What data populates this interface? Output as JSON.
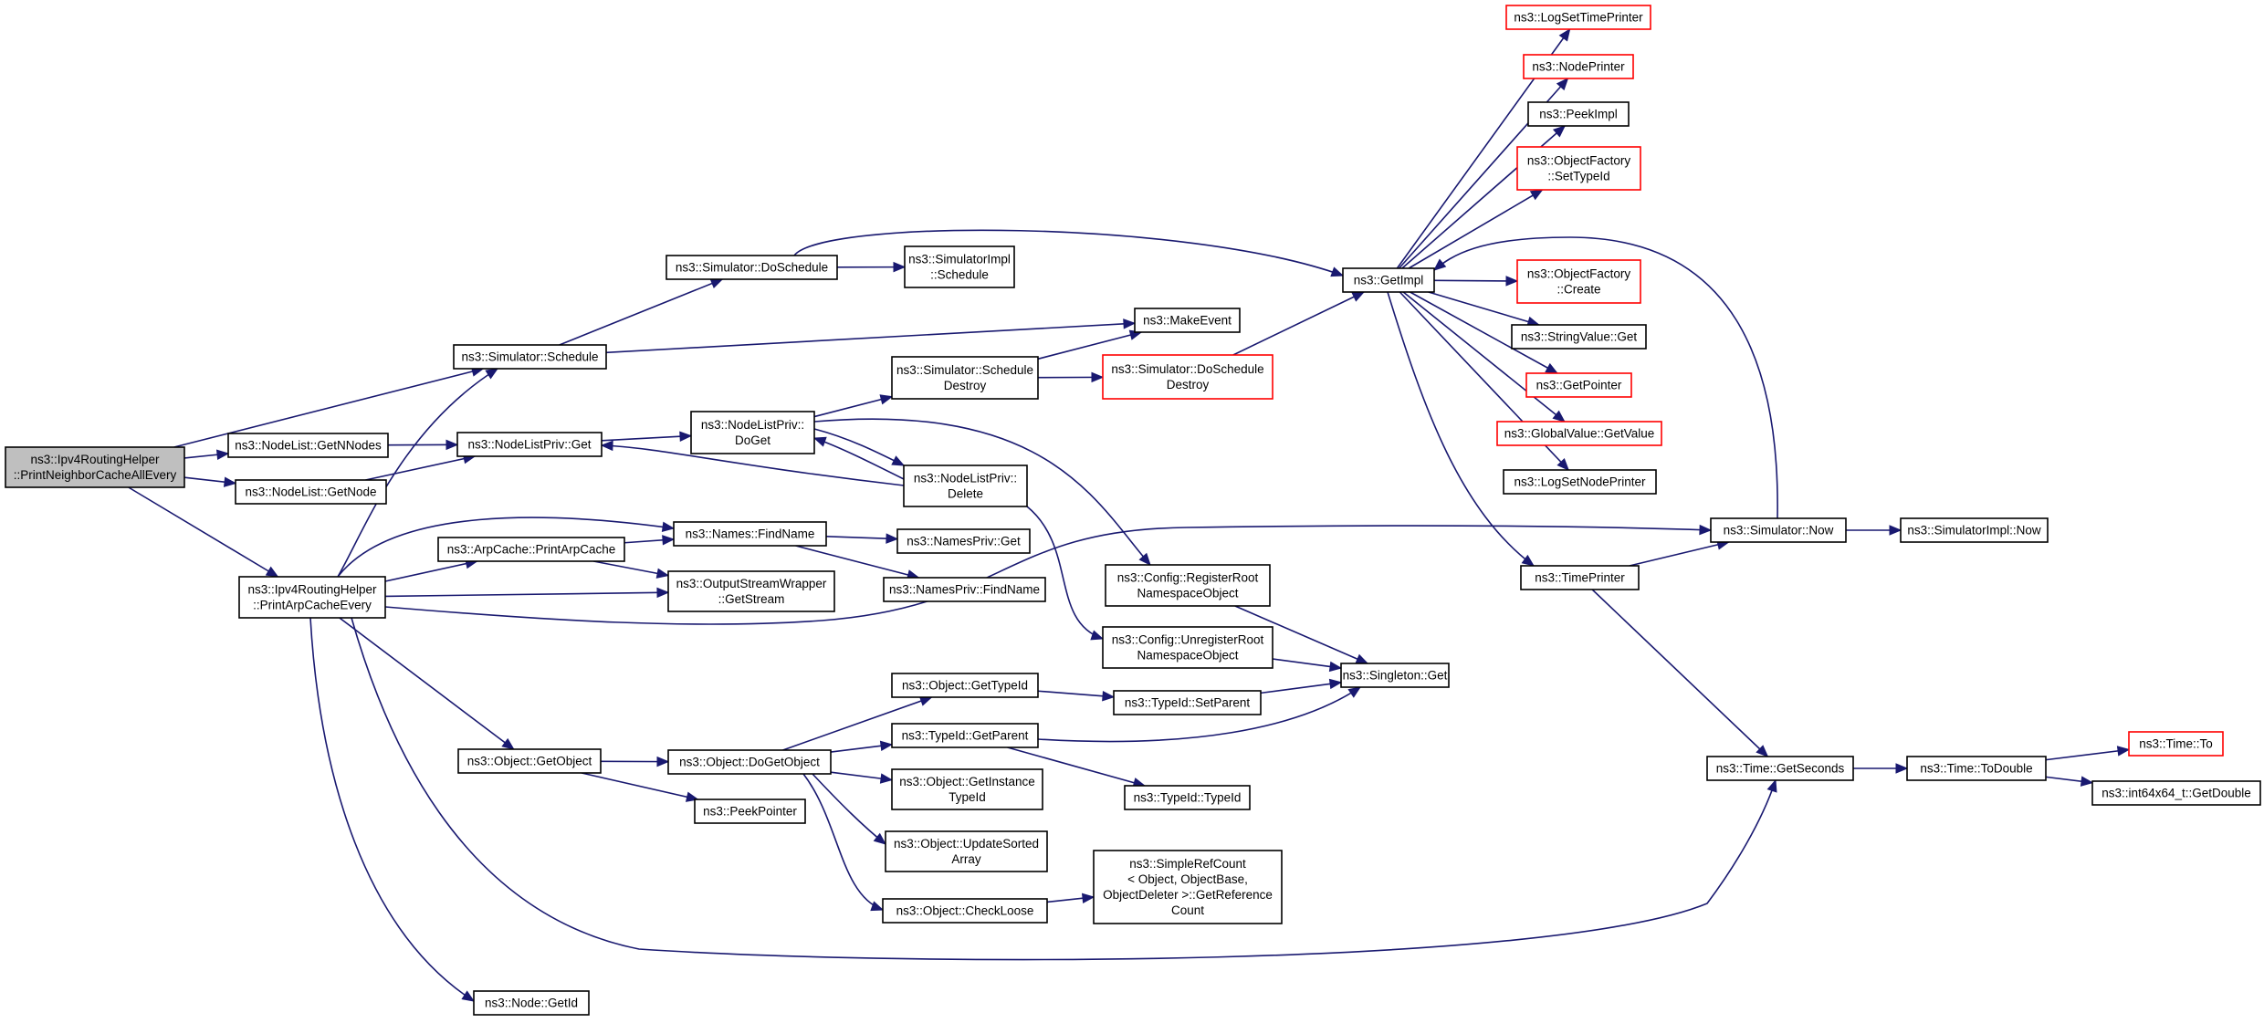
{
  "nodes": [
    {
      "id": "root",
      "lines": [
        "ns3::Ipv4RoutingHelper",
        "::PrintNeighborCacheAllEvery"
      ],
      "root": true
    },
    {
      "id": "sched",
      "lines": [
        "ns3::Simulator::Schedule"
      ]
    },
    {
      "id": "getnnodes",
      "lines": [
        "ns3::NodeList::GetNNodes"
      ]
    },
    {
      "id": "getnode",
      "lines": [
        "ns3::NodeList::GetNode"
      ]
    },
    {
      "id": "printarpevery",
      "lines": [
        "ns3::Ipv4RoutingHelper",
        "::PrintArpCacheEvery"
      ]
    },
    {
      "id": "doschedule",
      "lines": [
        "ns3::Simulator::DoSchedule"
      ]
    },
    {
      "id": "simimplsched",
      "lines": [
        "ns3::SimulatorImpl",
        "::Schedule"
      ]
    },
    {
      "id": "makeevent",
      "lines": [
        "ns3::MakeEvent"
      ]
    },
    {
      "id": "nlpget",
      "lines": [
        "ns3::NodeListPriv::Get"
      ]
    },
    {
      "id": "nlpdoget",
      "lines": [
        "ns3::NodeListPriv::",
        "DoGet"
      ]
    },
    {
      "id": "schedulrdestroy",
      "lines": [
        "ns3::Simulator::Schedule",
        "Destroy"
      ]
    },
    {
      "id": "doscheddestroy",
      "lines": [
        "ns3::Simulator::DoSchedule",
        "Destroy"
      ],
      "red": true
    },
    {
      "id": "nlpdelete",
      "lines": [
        "ns3::NodeListPriv::",
        "Delete"
      ]
    },
    {
      "id": "printarpcache",
      "lines": [
        "ns3::ArpCache::PrintArpCache"
      ]
    },
    {
      "id": "findname",
      "lines": [
        "ns3::Names::FindName"
      ]
    },
    {
      "id": "namesprivget",
      "lines": [
        "ns3::NamesPriv::Get"
      ]
    },
    {
      "id": "namesprivfind",
      "lines": [
        "ns3::NamesPriv::FindName"
      ]
    },
    {
      "id": "getstream",
      "lines": [
        "ns3::OutputStreamWrapper",
        "::GetStream"
      ]
    },
    {
      "id": "regroot",
      "lines": [
        "ns3::Config::RegisterRoot",
        "NamespaceObject"
      ]
    },
    {
      "id": "unregroot",
      "lines": [
        "ns3::Config::UnregisterRoot",
        "NamespaceObject"
      ]
    },
    {
      "id": "singletonget",
      "lines": [
        "ns3::Singleton::Get"
      ]
    },
    {
      "id": "gettypeid",
      "lines": [
        "ns3::Object::GetTypeId"
      ]
    },
    {
      "id": "setparent",
      "lines": [
        "ns3::TypeId::SetParent"
      ]
    },
    {
      "id": "getparent",
      "lines": [
        "ns3::TypeId::GetParent"
      ]
    },
    {
      "id": "typeidtypeid",
      "lines": [
        "ns3::TypeId::TypeId"
      ]
    },
    {
      "id": "getobject",
      "lines": [
        "ns3::Object::GetObject"
      ]
    },
    {
      "id": "dogetobject",
      "lines": [
        "ns3::Object::DoGetObject"
      ]
    },
    {
      "id": "peekpointer",
      "lines": [
        "ns3::PeekPointer"
      ]
    },
    {
      "id": "getinstancetypeid",
      "lines": [
        "ns3::Object::GetInstance",
        "TypeId"
      ]
    },
    {
      "id": "updatesorted",
      "lines": [
        "ns3::Object::UpdateSorted",
        "Array"
      ]
    },
    {
      "id": "checkloose",
      "lines": [
        "ns3::Object::CheckLoose"
      ]
    },
    {
      "id": "refcount",
      "lines": [
        "ns3::SimpleRefCount",
        "< Object, ObjectBase,",
        "ObjectDeleter >::GetReference",
        "Count"
      ]
    },
    {
      "id": "nodegetid",
      "lines": [
        "ns3::Node::GetId"
      ]
    },
    {
      "id": "getimpl",
      "lines": [
        "ns3::GetImpl"
      ]
    },
    {
      "id": "logsettimeprinter",
      "lines": [
        "ns3::LogSetTimePrinter"
      ],
      "red": true
    },
    {
      "id": "nodeprinter",
      "lines": [
        "ns3::NodePrinter"
      ],
      "red": true
    },
    {
      "id": "peekimpl",
      "lines": [
        "ns3::PeekImpl"
      ]
    },
    {
      "id": "ofsettypeid",
      "lines": [
        "ns3::ObjectFactory",
        "::SetTypeId"
      ],
      "red": true
    },
    {
      "id": "ofcreate",
      "lines": [
        "ns3::ObjectFactory",
        "::Create"
      ],
      "red": true
    },
    {
      "id": "stringvalueget",
      "lines": [
        "ns3::StringValue::Get"
      ]
    },
    {
      "id": "getpointer",
      "lines": [
        "ns3::GetPointer"
      ],
      "red": true
    },
    {
      "id": "globalvalue",
      "lines": [
        "ns3::GlobalValue::GetValue"
      ],
      "red": true
    },
    {
      "id": "logsetnodeprinter",
      "lines": [
        "ns3::LogSetNodePrinter"
      ]
    },
    {
      "id": "timeprinter",
      "lines": [
        "ns3::TimePrinter"
      ]
    },
    {
      "id": "simnow",
      "lines": [
        "ns3::Simulator::Now"
      ]
    },
    {
      "id": "simimplnow",
      "lines": [
        "ns3::SimulatorImpl::Now"
      ]
    },
    {
      "id": "timegetseconds",
      "lines": [
        "ns3::Time::GetSeconds"
      ]
    },
    {
      "id": "timetodouble",
      "lines": [
        "ns3::Time::ToDouble"
      ]
    },
    {
      "id": "timeto",
      "lines": [
        "ns3::Time::To"
      ],
      "red": true
    },
    {
      "id": "int64getdouble",
      "lines": [
        "ns3::int64x64_t::GetDouble"
      ]
    }
  ],
  "edges": [
    [
      "root",
      "sched"
    ],
    [
      "root",
      "getnnodes"
    ],
    [
      "root",
      "getnode"
    ],
    [
      "root",
      "printarpevery"
    ],
    [
      "sched",
      "doschedule"
    ],
    [
      "sched",
      "makeevent"
    ],
    [
      "doschedule",
      "simimplsched"
    ],
    [
      "doschedule",
      "getimpl"
    ],
    [
      "getnnodes",
      "nlpget"
    ],
    [
      "getnode",
      "nlpget"
    ],
    [
      "nlpget",
      "nlpdoget"
    ],
    [
      "nlpdoget",
      "schedulrdestroy"
    ],
    [
      "nlpdoget",
      "nlpdelete"
    ],
    [
      "nlpdoget",
      "regroot"
    ],
    [
      "schedulrdestroy",
      "makeevent"
    ],
    [
      "schedulrdestroy",
      "doscheddestroy"
    ],
    [
      "doscheddestroy",
      "getimpl"
    ],
    [
      "nlpdelete",
      "nlpget"
    ],
    [
      "nlpdelete",
      "nlpdoget"
    ],
    [
      "nlpdelete",
      "unregroot"
    ],
    [
      "printarpevery",
      "sched"
    ],
    [
      "printarpevery",
      "findname"
    ],
    [
      "printarpevery",
      "printarpcache"
    ],
    [
      "printarpevery",
      "getstream"
    ],
    [
      "printarpevery",
      "simnow"
    ],
    [
      "printarpevery",
      "getobject"
    ],
    [
      "printarpevery",
      "timegetseconds"
    ],
    [
      "printarpevery",
      "nodegetid"
    ],
    [
      "printarpcache",
      "findname"
    ],
    [
      "printarpcache",
      "getstream"
    ],
    [
      "findname",
      "namesprivget"
    ],
    [
      "findname",
      "namesprivfind"
    ],
    [
      "regroot",
      "singletonget"
    ],
    [
      "unregroot",
      "singletonget"
    ],
    [
      "getobject",
      "dogetobject"
    ],
    [
      "getobject",
      "peekpointer"
    ],
    [
      "dogetobject",
      "gettypeid"
    ],
    [
      "dogetobject",
      "getparent"
    ],
    [
      "dogetobject",
      "getinstancetypeid"
    ],
    [
      "dogetobject",
      "updatesorted"
    ],
    [
      "dogetobject",
      "checkloose"
    ],
    [
      "gettypeid",
      "setparent"
    ],
    [
      "setparent",
      "singletonget"
    ],
    [
      "getparent",
      "singletonget"
    ],
    [
      "getparent",
      "typeidtypeid"
    ],
    [
      "checkloose",
      "refcount"
    ],
    [
      "getimpl",
      "logsettimeprinter"
    ],
    [
      "getimpl",
      "nodeprinter"
    ],
    [
      "getimpl",
      "peekimpl"
    ],
    [
      "getimpl",
      "ofsettypeid"
    ],
    [
      "getimpl",
      "ofcreate"
    ],
    [
      "getimpl",
      "stringvalueget"
    ],
    [
      "getimpl",
      "getpointer"
    ],
    [
      "getimpl",
      "globalvalue"
    ],
    [
      "getimpl",
      "logsetnodeprinter"
    ],
    [
      "getimpl",
      "timeprinter"
    ],
    [
      "timeprinter",
      "simnow"
    ],
    [
      "timeprinter",
      "timegetseconds"
    ],
    [
      "simnow",
      "getimpl"
    ],
    [
      "simnow",
      "simimplnow"
    ],
    [
      "timegetseconds",
      "timetodouble"
    ],
    [
      "timetodouble",
      "timeto"
    ],
    [
      "timetodouble",
      "int64getdouble"
    ]
  ]
}
